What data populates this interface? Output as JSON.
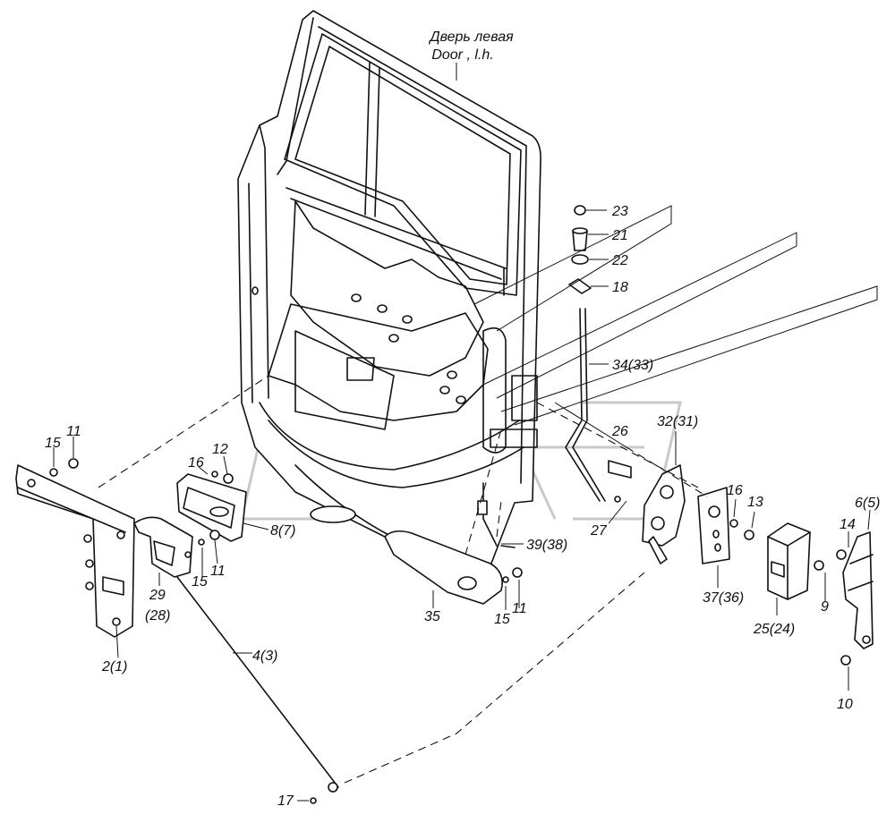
{
  "title_ru": "Дверь левая",
  "title_en": "Door , l.h.",
  "callouts": [
    "23",
    "21",
    "22",
    "18",
    "34(33)",
    "26",
    "32(31)",
    "16",
    "13",
    "6(5)",
    "14",
    "27",
    "39(38)",
    "11",
    "15",
    "35",
    "37(36)",
    "25(24)",
    "9",
    "10",
    "8(7)",
    "16",
    "12",
    "11",
    "15",
    "29",
    "(28)",
    "15",
    "11",
    "2(1)",
    "4(3)",
    "17"
  ]
}
